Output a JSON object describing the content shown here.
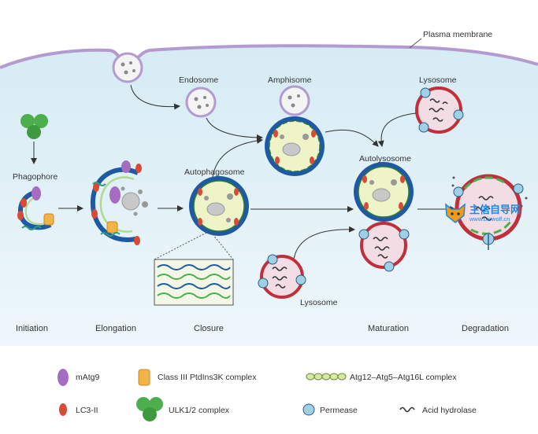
{
  "labels": {
    "plasma_membrane": "Plasma membrane",
    "endosome": "Endosome",
    "amphisome": "Amphisome",
    "lysosome_top": "Lysosome",
    "phagophore": "Phagophore",
    "autophagosome": "Autophagosome",
    "autolysosome": "Autolysosome",
    "lysosome_bottom": "Lysosome"
  },
  "stages": [
    "Initiation",
    "Elongation",
    "Closure",
    "Maturation",
    "Degradation"
  ],
  "legend": [
    {
      "label": "mAtg9",
      "icon": "matg9-icon"
    },
    {
      "label": "Class III PtdIns3K complex",
      "icon": "ptdins3k-icon"
    },
    {
      "label": "Atg12–Atg5–Atg16L complex",
      "icon": "atg12-complex-icon"
    },
    {
      "label": "LC3-II",
      "icon": "lc3-icon"
    },
    {
      "label": "ULK1/2 complex",
      "icon": "ulk-complex-icon"
    },
    {
      "label": "Permease",
      "icon": "permease-icon"
    },
    {
      "label": "Acid hydrolase",
      "icon": "acid-hydrolase-icon"
    }
  ],
  "watermark": {
    "title": "主信自导网",
    "url": "www.biowolf.cn"
  },
  "colors": {
    "cytoplasm": "#e4f2f8",
    "membrane": "#1d5aa3",
    "membrane_inner": "#2e7d32",
    "lumen": "#eef3c8",
    "lysosome_rim": "#c0303a",
    "lysosome_fill": "#f3dde4",
    "endosome_rim": "#b394cc",
    "permease": "#9fd1e6",
    "lc3": "#d84b35",
    "matg9": "#a56cc1",
    "ptdins3k": "#f2b347",
    "ulk": "#4cae4c"
  }
}
